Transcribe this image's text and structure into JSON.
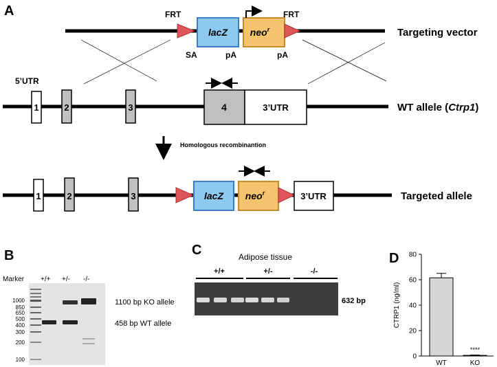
{
  "panel_a": {
    "letter": "A",
    "vector": {
      "frt_left": "FRT",
      "frt_right": "FRT",
      "lacz": "lacZ",
      "neo": "neo",
      "neo_sup": "r",
      "sa": "SA",
      "pa_left": "pA",
      "pa_right": "pA",
      "row_label": "Targeting vector"
    },
    "wt": {
      "utr5": "5’UTR",
      "exons": [
        "1",
        "2",
        "3",
        "4"
      ],
      "utr3": "3’UTR",
      "row_label_prefix": "WT allele (",
      "row_label_gene": "Ctrp1",
      "row_label_suffix": ")"
    },
    "recombination": "Homologous recombinantion",
    "targeted": {
      "exons": [
        "1",
        "2",
        "3"
      ],
      "lacz": "lacZ",
      "neo": "neo",
      "neo_sup": "r",
      "utr3": "3’UTR",
      "row_label": "Targeted allele"
    },
    "colors": {
      "lacz_fill": "#8ec9ef",
      "lacz_stroke": "#3a7fc6",
      "neo_fill": "#f6c46f",
      "neo_stroke": "#c98b2a",
      "frt_fill": "#e0545c",
      "exon_grey": "#c0c0c0"
    }
  },
  "panel_b": {
    "letter": "B",
    "marker_label": "Marker",
    "lanes": [
      "+/+",
      "+/-",
      "-/-"
    ],
    "ladder": [
      "1000",
      "850",
      "650",
      "500",
      "400",
      "300",
      "200",
      "100"
    ],
    "ko_label": "1100 bp KO allele",
    "wt_label": "458 bp WT allele"
  },
  "panel_c": {
    "letter": "C",
    "title": "Adipose tissue",
    "groups": [
      "+/+",
      "+/-",
      "-/-"
    ],
    "band_label": "632 bp"
  },
  "panel_d": {
    "letter": "D",
    "significance": "****"
  },
  "chart_data": {
    "type": "bar",
    "categories": [
      "WT",
      "KO"
    ],
    "values": [
      61.5,
      0.5
    ],
    "errors": [
      3.5,
      0.3
    ],
    "ylabel": "CTRP1 (ng/ml)",
    "ylim": [
      0,
      80
    ],
    "yticks": [
      "0",
      "20",
      "40",
      "60",
      "80"
    ],
    "grid": false
  }
}
